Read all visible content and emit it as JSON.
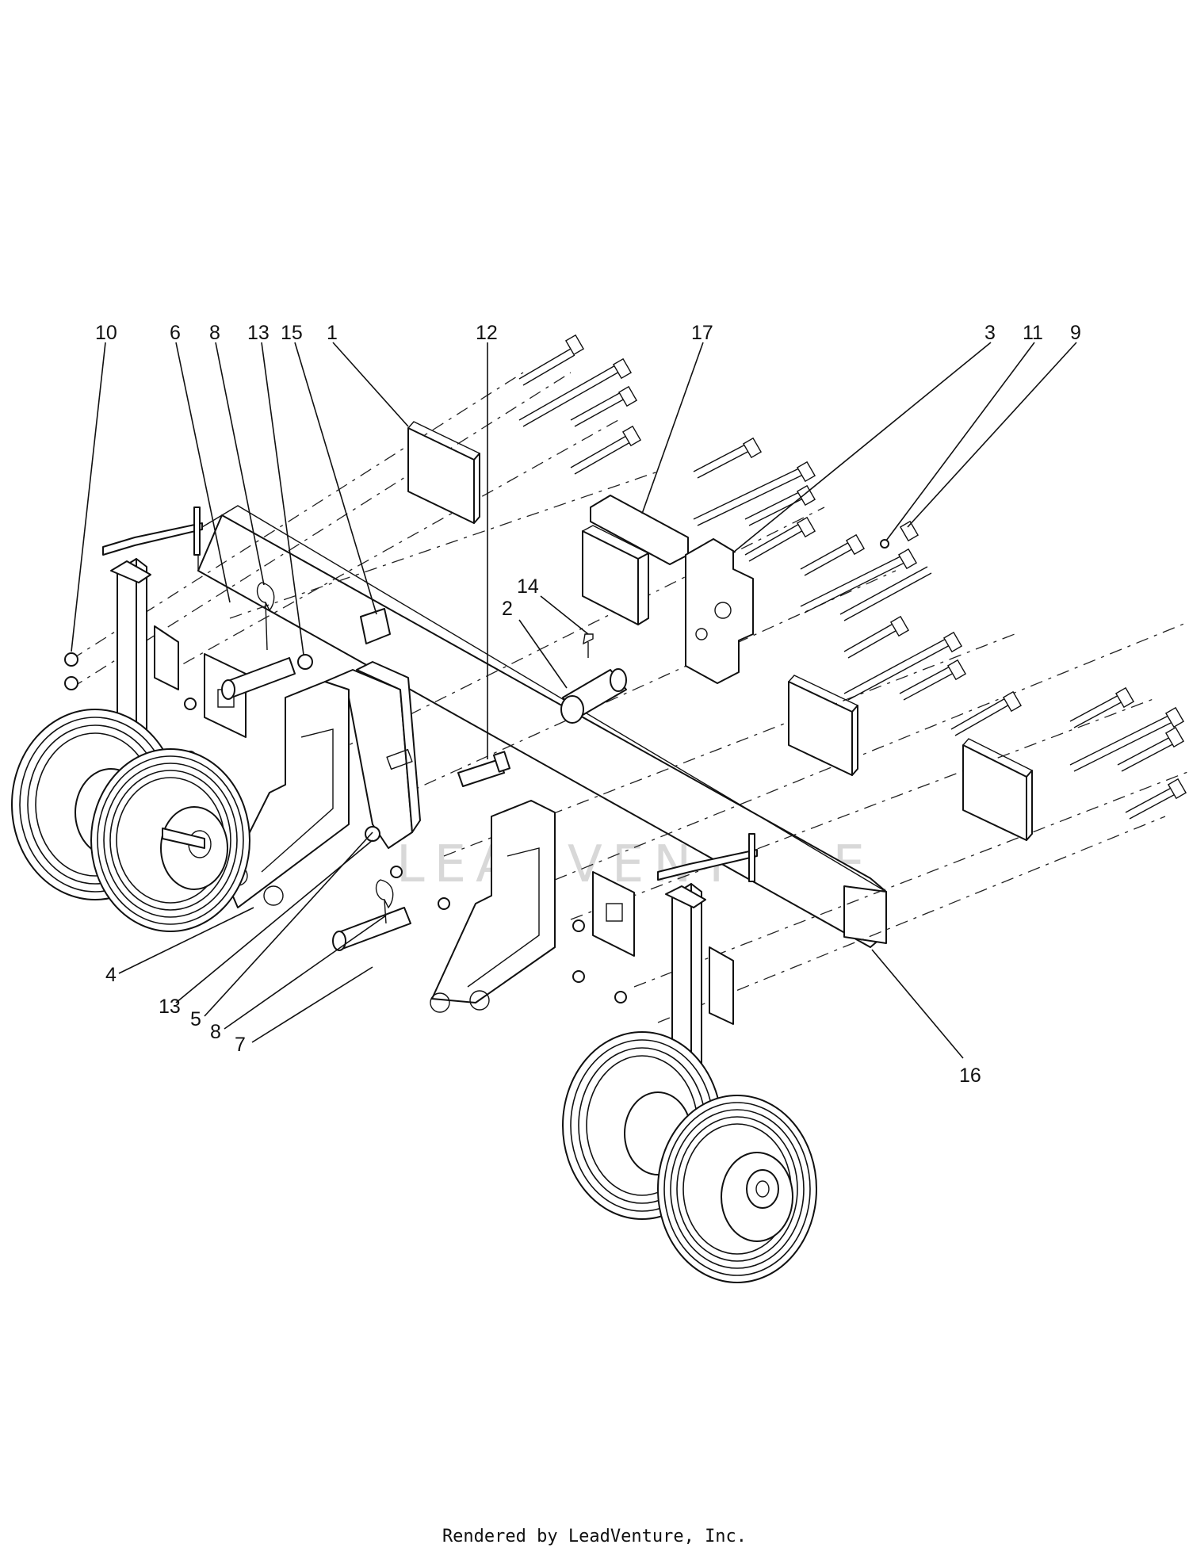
{
  "callouts": {
    "c10": "10",
    "c6": "6",
    "c8a": "8",
    "c13a": "13",
    "c15": "15",
    "c1": "1",
    "c12": "12",
    "c17": "17",
    "c3": "3",
    "c11": "11",
    "c9": "9",
    "c14": "14",
    "c2": "2",
    "c4": "4",
    "c13b": "13",
    "c5": "5",
    "c8b": "8",
    "c7": "7",
    "c16": "16"
  },
  "watermark": "LEADVENTURE",
  "footer": "Rendered by LeadVenture, Inc."
}
